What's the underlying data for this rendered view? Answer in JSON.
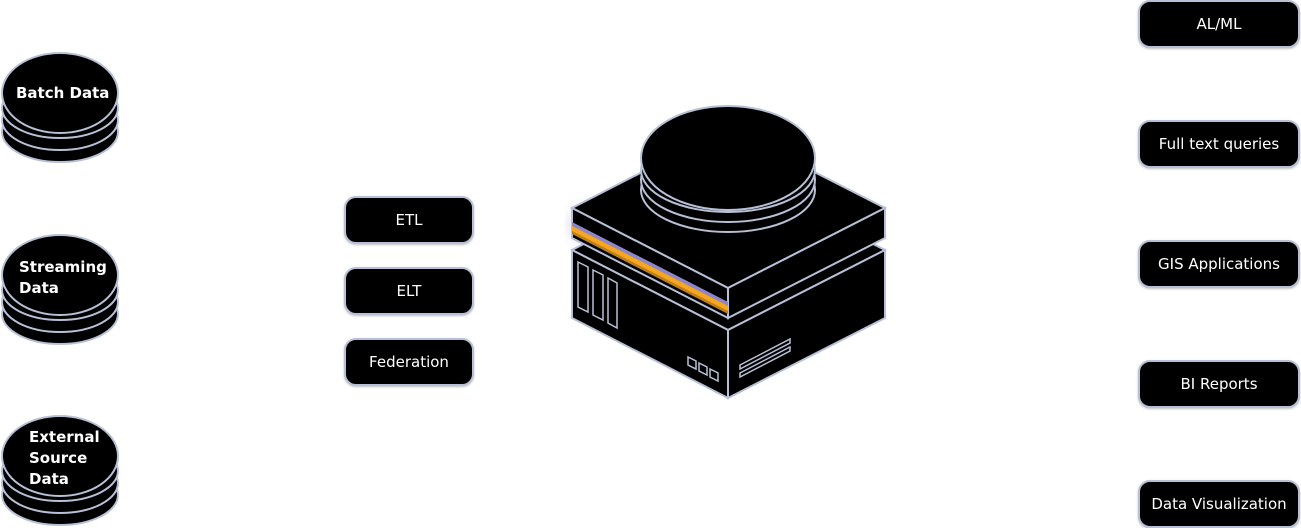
{
  "sources": [
    {
      "label_lines": [
        "Batch Data"
      ]
    },
    {
      "label_lines": [
        "Streaming",
        "Data"
      ]
    },
    {
      "label_lines": [
        "External",
        "Source",
        "Data"
      ]
    }
  ],
  "methods": [
    {
      "label": "ETL"
    },
    {
      "label": "ELT"
    },
    {
      "label": "Federation"
    }
  ],
  "consumers": [
    {
      "label": "AL/ML"
    },
    {
      "label": "Full text queries"
    },
    {
      "label": "GIS Applications"
    },
    {
      "label": "BI Reports"
    },
    {
      "label": "Data Visualization"
    }
  ],
  "colors": {
    "shape_fill": "#000000",
    "outline": "#b8c0d6",
    "accent_orange": "#f5a623",
    "accent_purple": "#8d86c9"
  },
  "icons": {
    "source": "database-stack-icon",
    "center": "data-server-icon"
  }
}
